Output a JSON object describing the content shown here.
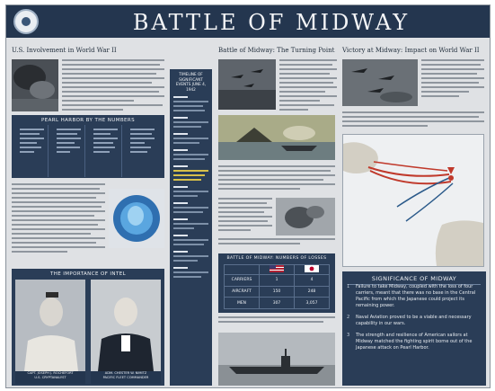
{
  "poster": {
    "title": "BATTLE OF MIDWAY",
    "seal_icon": "navy-seal-emblem",
    "colors": {
      "navy": "#24364f",
      "panel": "#2a3d57",
      "background": "#dfe1e4",
      "accent_red": "#c0392b"
    }
  },
  "columns": {
    "left_title": "U.S. Involvement in World War II",
    "middle_title": "Battle of Midway: The Turning Point",
    "right_title": "Victory at Midway: Impact on World War II"
  },
  "timeline": {
    "heading": "TIMELINE OF SIGNIFICANT EVENTS JUNE 4, 1942"
  },
  "losses_table": {
    "heading": "BATTLE OF MIDWAY: NUMBERS OF LOSSES",
    "rows": [
      {
        "label": "CARRIERS",
        "us": "1",
        "japan": "4"
      },
      {
        "label": "AIRCRAFT",
        "us": "150",
        "japan": "248"
      },
      {
        "label": "MEN",
        "us": "307",
        "japan": "3,057"
      }
    ]
  },
  "stats": {
    "heading": "PEARL HARBOR BY THE NUMBERS"
  },
  "intel": {
    "heading": "THE IMPORTANCE OF INTEL",
    "captions": [
      "CAPT. JOSEPH J. ROCHEFORT\nU.S. CRYPTANALYST",
      "ADM. CHESTER W. NIMITZ\nPACIFIC FLEET COMMANDER"
    ]
  },
  "significance": {
    "heading": "SIGNIFICANCE OF MIDWAY",
    "items": [
      "Failure to take Midway, coupled with the loss of four carriers, meant that there was no base in the Central Pacific from which the Japanese could project its remaining power.",
      "Naval Aviation proved to be a viable and necessary capability in our wars.",
      "The strength and resilience of American sailors at Midway matched the fighting spirit borne out of the Japanese attack on Pearl Harbor."
    ]
  }
}
